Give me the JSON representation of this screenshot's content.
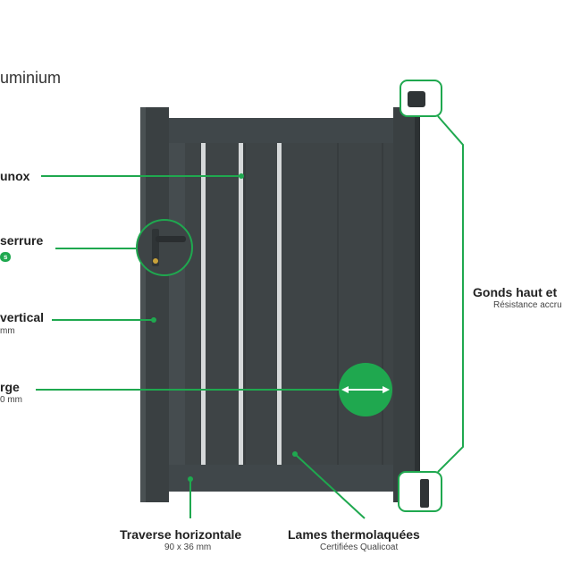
{
  "title": "uminium",
  "labels": {
    "inox": {
      "title": "unox"
    },
    "serrure": {
      "title": "serrure",
      "badge": "s"
    },
    "vertical": {
      "title": "vertical",
      "sub": "mm"
    },
    "largeur": {
      "title": "rge",
      "sub": "0 mm"
    },
    "gonds": {
      "title": "Gonds haut et",
      "sub": "Résistance accru"
    },
    "traverse": {
      "title": "Traverse horizontale",
      "sub": "90 x 36 mm"
    },
    "lames": {
      "title": "Lames thermolaquées",
      "sub": "Certifiées Qualicoat"
    }
  },
  "colors": {
    "accent": "#1fa84f",
    "gate": "#3e4446",
    "gate_dark": "#2f3436",
    "inox": "#d6d9da"
  }
}
